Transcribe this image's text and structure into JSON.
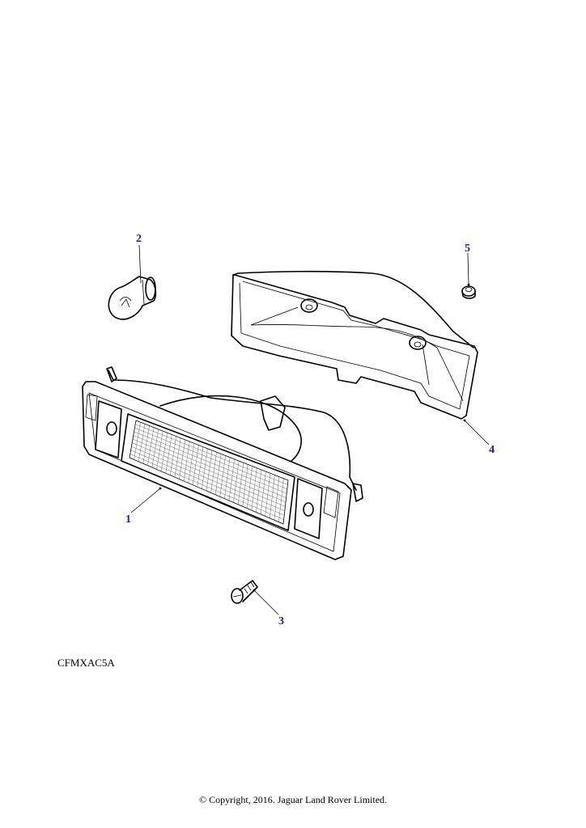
{
  "callouts": [
    {
      "id": "1",
      "label": "1"
    },
    {
      "id": "2",
      "label": "2"
    },
    {
      "id": "3",
      "label": "3"
    },
    {
      "id": "4",
      "label": "4"
    },
    {
      "id": "5",
      "label": "5"
    }
  ],
  "reference_code": "CFMXAC5A",
  "copyright": "© Copyright, 2016. Jaguar Land Rover Limited.",
  "colors": {
    "callout": "#1a1aa6",
    "line": "#000000",
    "background": "#ffffff"
  }
}
